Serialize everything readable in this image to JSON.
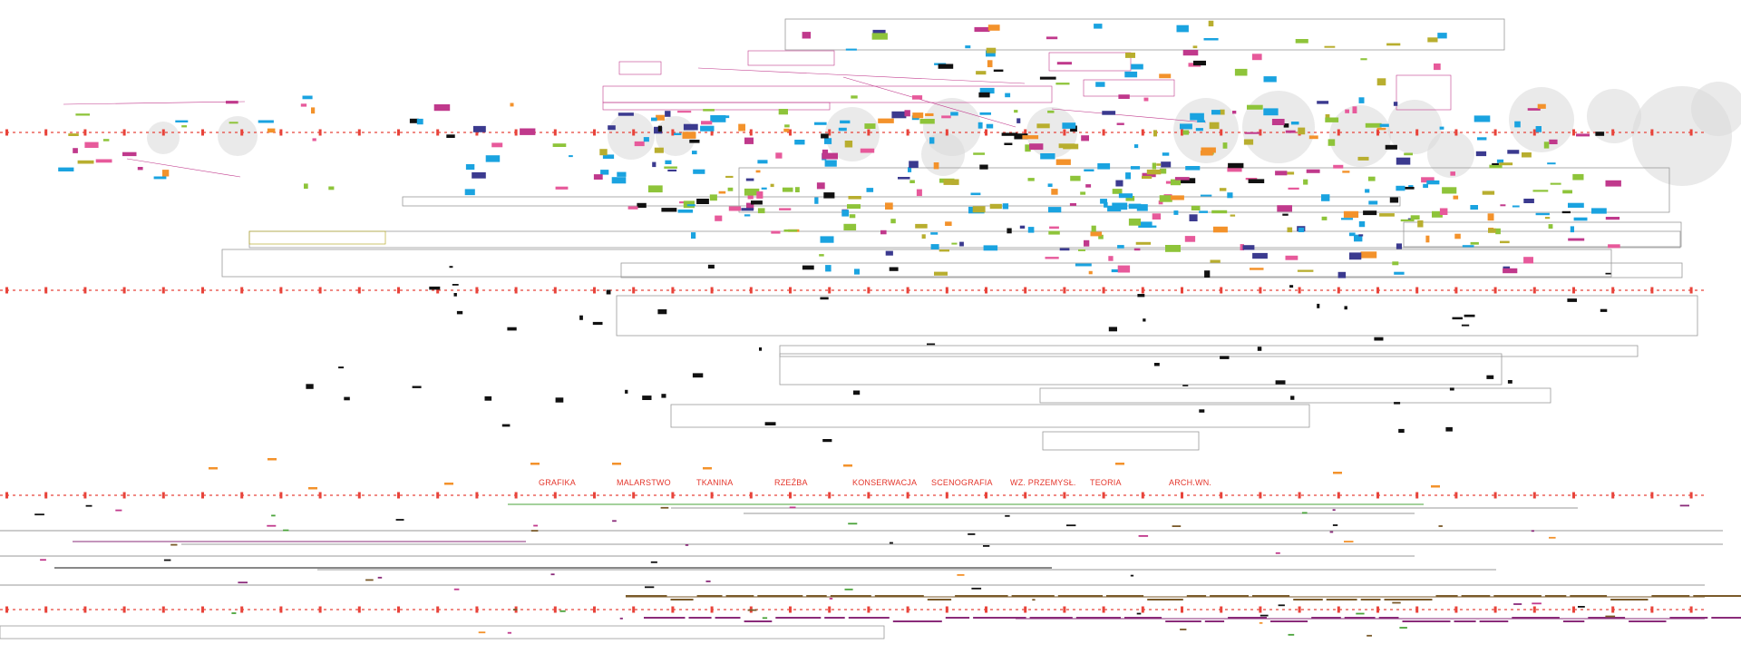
{
  "colors": {
    "timeline_red": "#e8433a",
    "department_label_red": "#e4352b",
    "frame_gray": "#9a9a9a",
    "cloud_gray": "#d9d9d9",
    "magenta": "#c0398c",
    "cyan": "#1aa3e0",
    "olive_yellow": "#b8ae2f",
    "lime": "#8ec43a",
    "orange": "#f3922b",
    "pink": "#e75a9b",
    "navy": "#3b3a8f",
    "black": "#111111",
    "brown": "#7a5a2a",
    "purple": "#8a2b7a",
    "green": "#4aa33a"
  },
  "departments": {
    "items": [
      "GRAFIKA",
      "MALARSTWO",
      "TKANINA",
      "RZEŹBA",
      "KONSERWACJA",
      "SCENOGRAFIA",
      "WZ. PRZEMYSŁ.",
      "TEORIA",
      "ARCH.WN."
    ]
  }
}
